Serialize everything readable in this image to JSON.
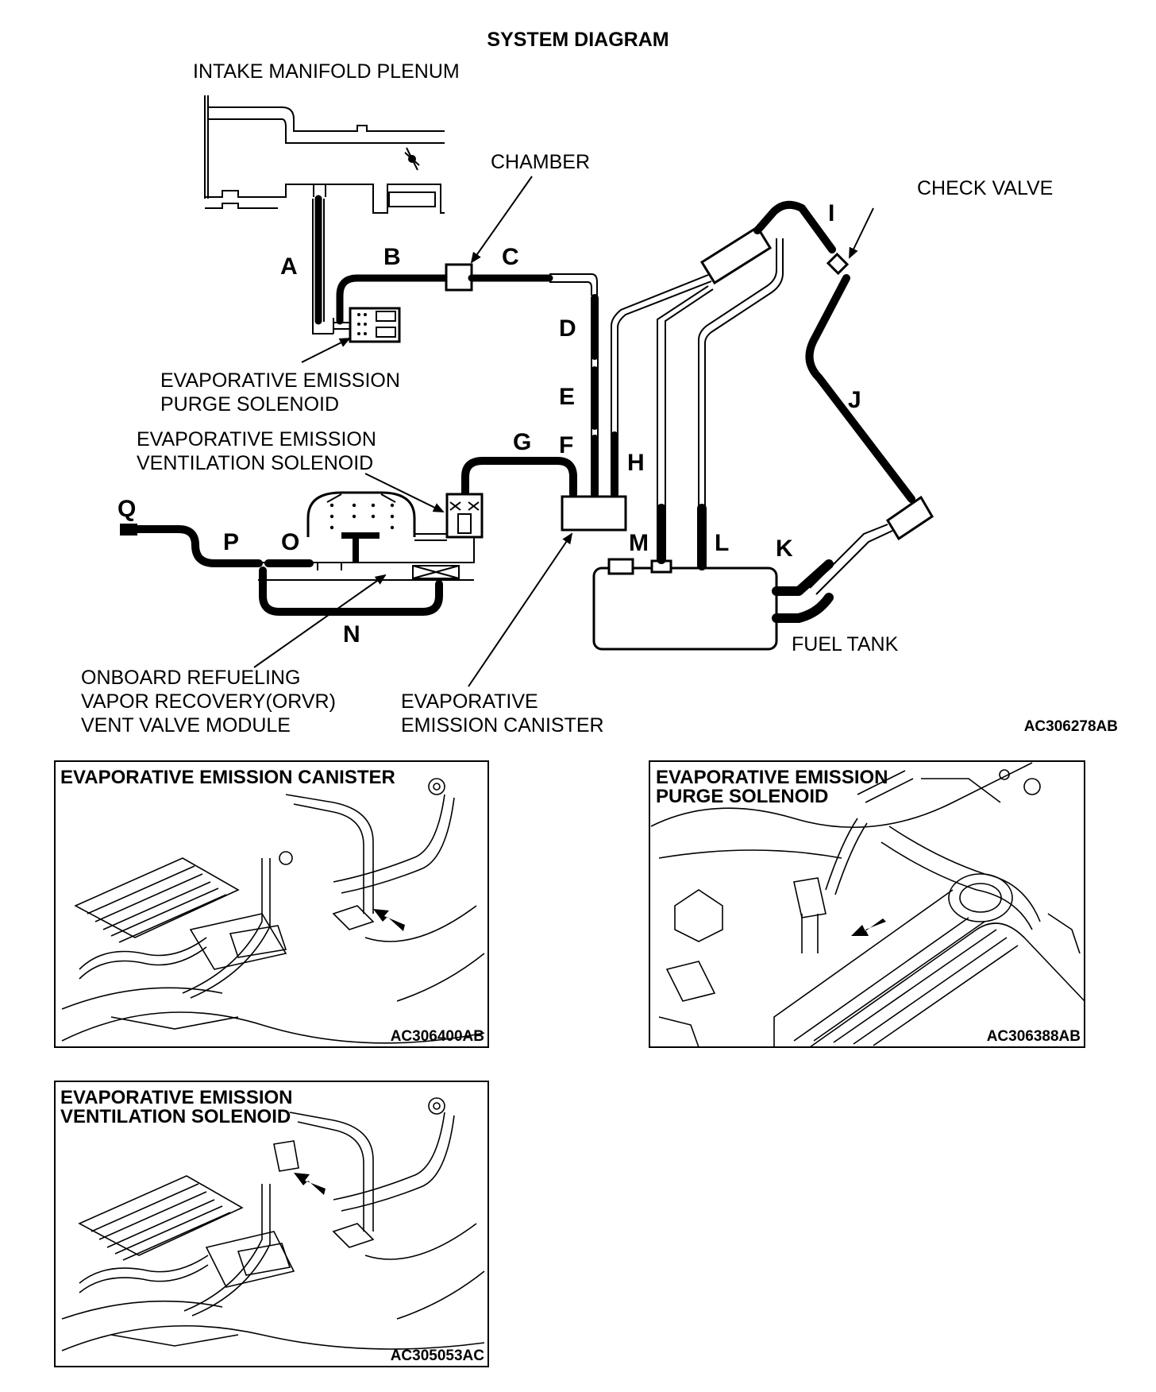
{
  "diagram": {
    "title": "SYSTEM DIAGRAM",
    "code": "AC306278AB",
    "labels": {
      "intake_manifold": "INTAKE MANIFOLD PLENUM",
      "chamber": "CHAMBER",
      "check_valve": "CHECK VALVE",
      "purge_solenoid_1": "EVAPORATIVE EMISSION",
      "purge_solenoid_2": "PURGE SOLENOID",
      "vent_solenoid_1": "EVAPORATIVE EMISSION",
      "vent_solenoid_2": "VENTILATION SOLENOID",
      "orvr_1": "ONBOARD REFUELING",
      "orvr_2": "VAPOR RECOVERY(ORVR)",
      "orvr_3": "VENT VALVE MODULE",
      "canister_1": "EVAPORATIVE",
      "canister_2": "EMISSION CANISTER",
      "fuel_tank": "FUEL TANK"
    },
    "hoses": {
      "A": "A",
      "B": "B",
      "C": "C",
      "D": "D",
      "E": "E",
      "F": "F",
      "G": "G",
      "H": "H",
      "I": "I",
      "J": "J",
      "K": "K",
      "L": "L",
      "M": "M",
      "N": "N",
      "O": "O",
      "P": "P",
      "Q": "Q"
    }
  },
  "panels": {
    "canister": {
      "title": "EVAPORATIVE EMISSION CANISTER",
      "code": "AC306400AB"
    },
    "purge": {
      "title_1": "EVAPORATIVE EMISSION",
      "title_2": "PURGE SOLENOID",
      "code": "AC306388AB"
    },
    "vent": {
      "title_1": "EVAPORATIVE EMISSION",
      "title_2": "VENTILATION SOLENOID",
      "code": "AC305053AC"
    }
  }
}
